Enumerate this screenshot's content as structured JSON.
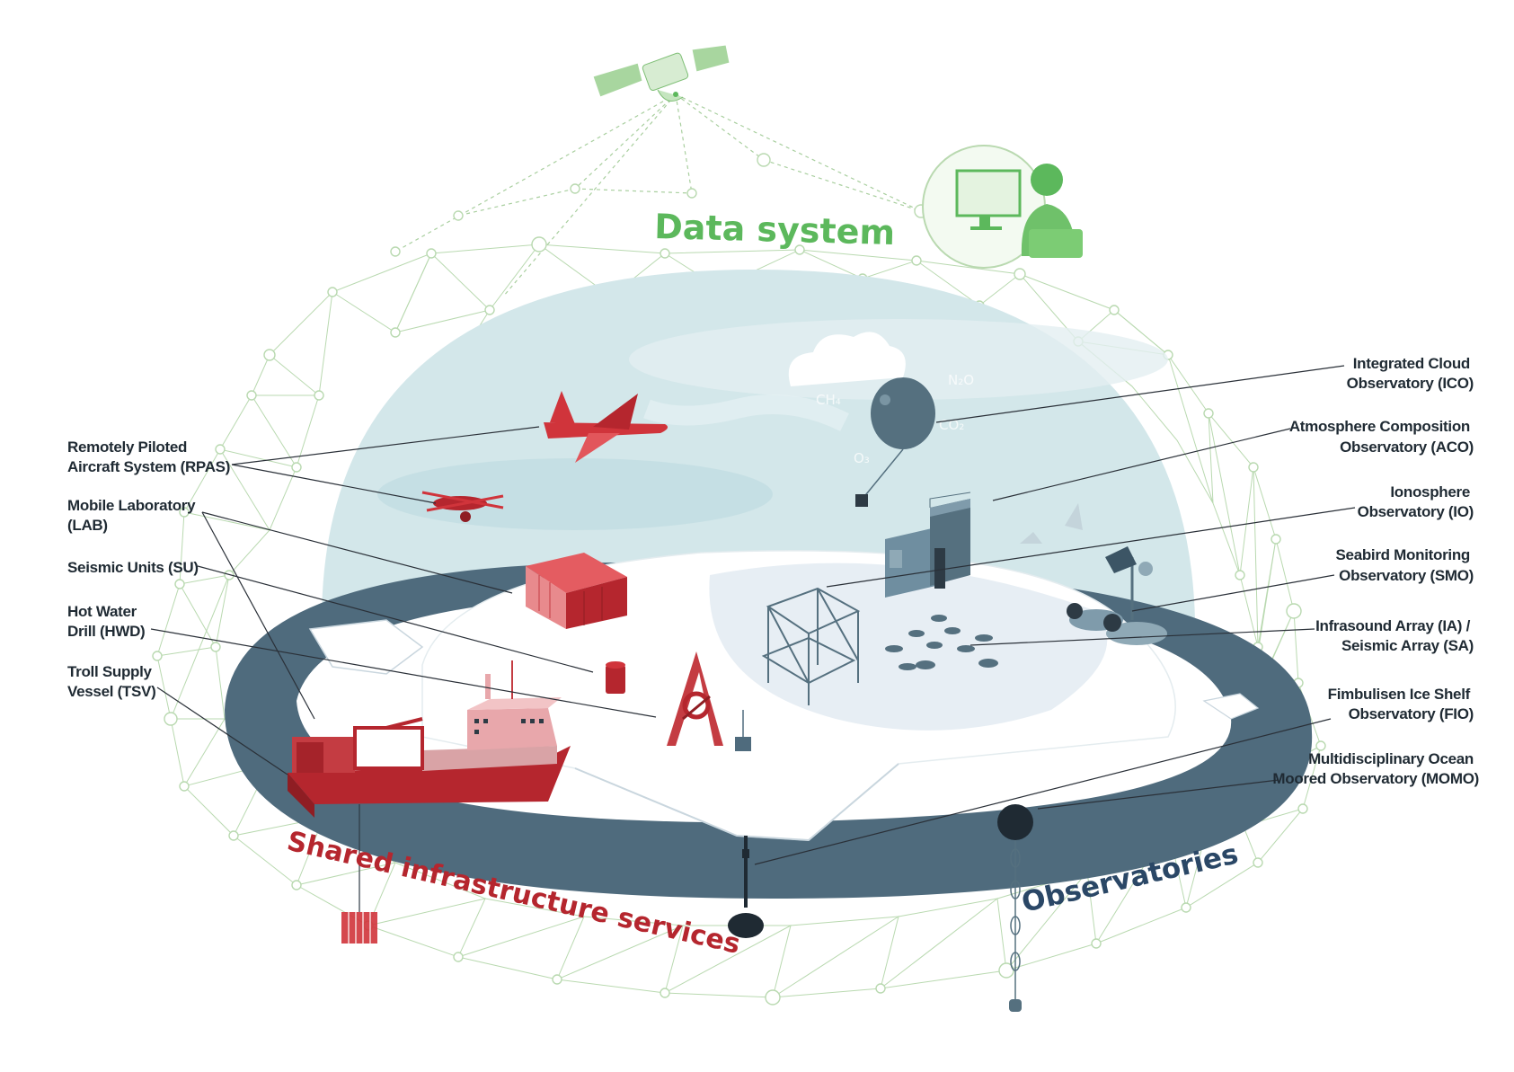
{
  "titles": {
    "data_system": "Data system",
    "shared_infrastructure": "Shared infrastructure services",
    "observatories": "Observatories"
  },
  "labels_left": {
    "rpas_1": "Remotely Piloted",
    "rpas_2": "Aircraft System (RPAS)",
    "lab_1": "Mobile Laboratory",
    "lab_2": "(LAB)",
    "su_1": "Seismic Units (SU)",
    "hwd_1": "Hot Water",
    "hwd_2": "Drill (HWD)",
    "tsv_1": "Troll Supply",
    "tsv_2": "Vessel (TSV)"
  },
  "labels_right": {
    "ico_1": "Integrated Cloud",
    "ico_2": "Observatory (ICO)",
    "aco_1": "Atmosphere Composition",
    "aco_2": "Observatory (ACO)",
    "io_1": "Ionosphere",
    "io_2": "Observatory (IO)",
    "smo_1": "Seabird Monitoring",
    "smo_2": "Observatory (SMO)",
    "ia_1": "Infrasound Array  (IA) /",
    "ia_2": "Seismic Array (SA)",
    "fio_1": "Fimbulisen Ice Shelf",
    "fio_2": "Observatory (FIO)",
    "momo_1": "Multidisciplinary Ocean",
    "momo_2": "Moored Observatory  (MOMO)"
  },
  "gases": {
    "ch4": "CH₄",
    "n2o": "N₂O",
    "co2": "CO₂",
    "o3": "O₃"
  },
  "colors": {
    "data_green": "#5cb85c",
    "network_green": "#b9d9b0",
    "infrastructure_red": "#b5262e",
    "observatory_navy": "#2a4766",
    "ocean": "#4f6b7d",
    "dome": "#d3e7ea",
    "ice": "#ffffff"
  },
  "icons": {
    "satellite": "satellite-icon",
    "computer_user": "computer-user-icon",
    "balloon": "weather-balloon-icon",
    "plane": "rpas-plane-icon",
    "drone": "rpas-drone-icon",
    "container": "mobile-lab-icon",
    "seismic_unit": "seismic-unit-icon",
    "drill": "hot-water-drill-icon",
    "ship": "supply-vessel-icon",
    "building": "atmosphere-observatory-icon",
    "mast": "ionosphere-mast-icon",
    "seabirds": "seabird-icon",
    "buoy": "mooring-buoy-icon"
  }
}
